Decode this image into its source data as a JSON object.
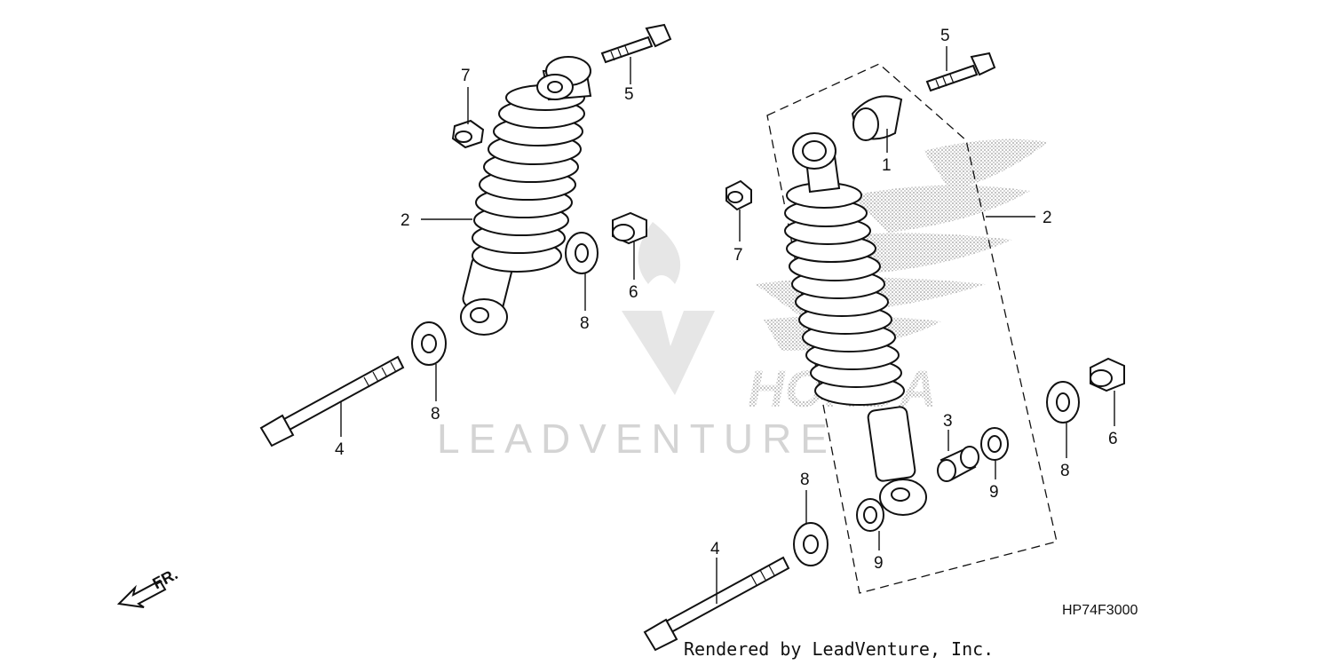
{
  "diagram": {
    "callouts_left": {
      "c7": "7",
      "c5": "5",
      "c2": "2",
      "c6": "6",
      "c8a": "8",
      "c8b": "8",
      "c4": "4"
    },
    "callouts_right": {
      "c5": "5",
      "c1": "1",
      "c7": "7",
      "c2": "2",
      "c3": "3",
      "c9a": "9",
      "c9b": "9",
      "c8a": "8",
      "c8b": "8",
      "c6": "6",
      "c4": "4"
    },
    "front_marker": "FR.",
    "drawing_code": "HP74F3000",
    "footer": "Rendered by LeadVenture, Inc.",
    "watermark": "LEADVENTURE",
    "brand_text": "HONDA"
  }
}
